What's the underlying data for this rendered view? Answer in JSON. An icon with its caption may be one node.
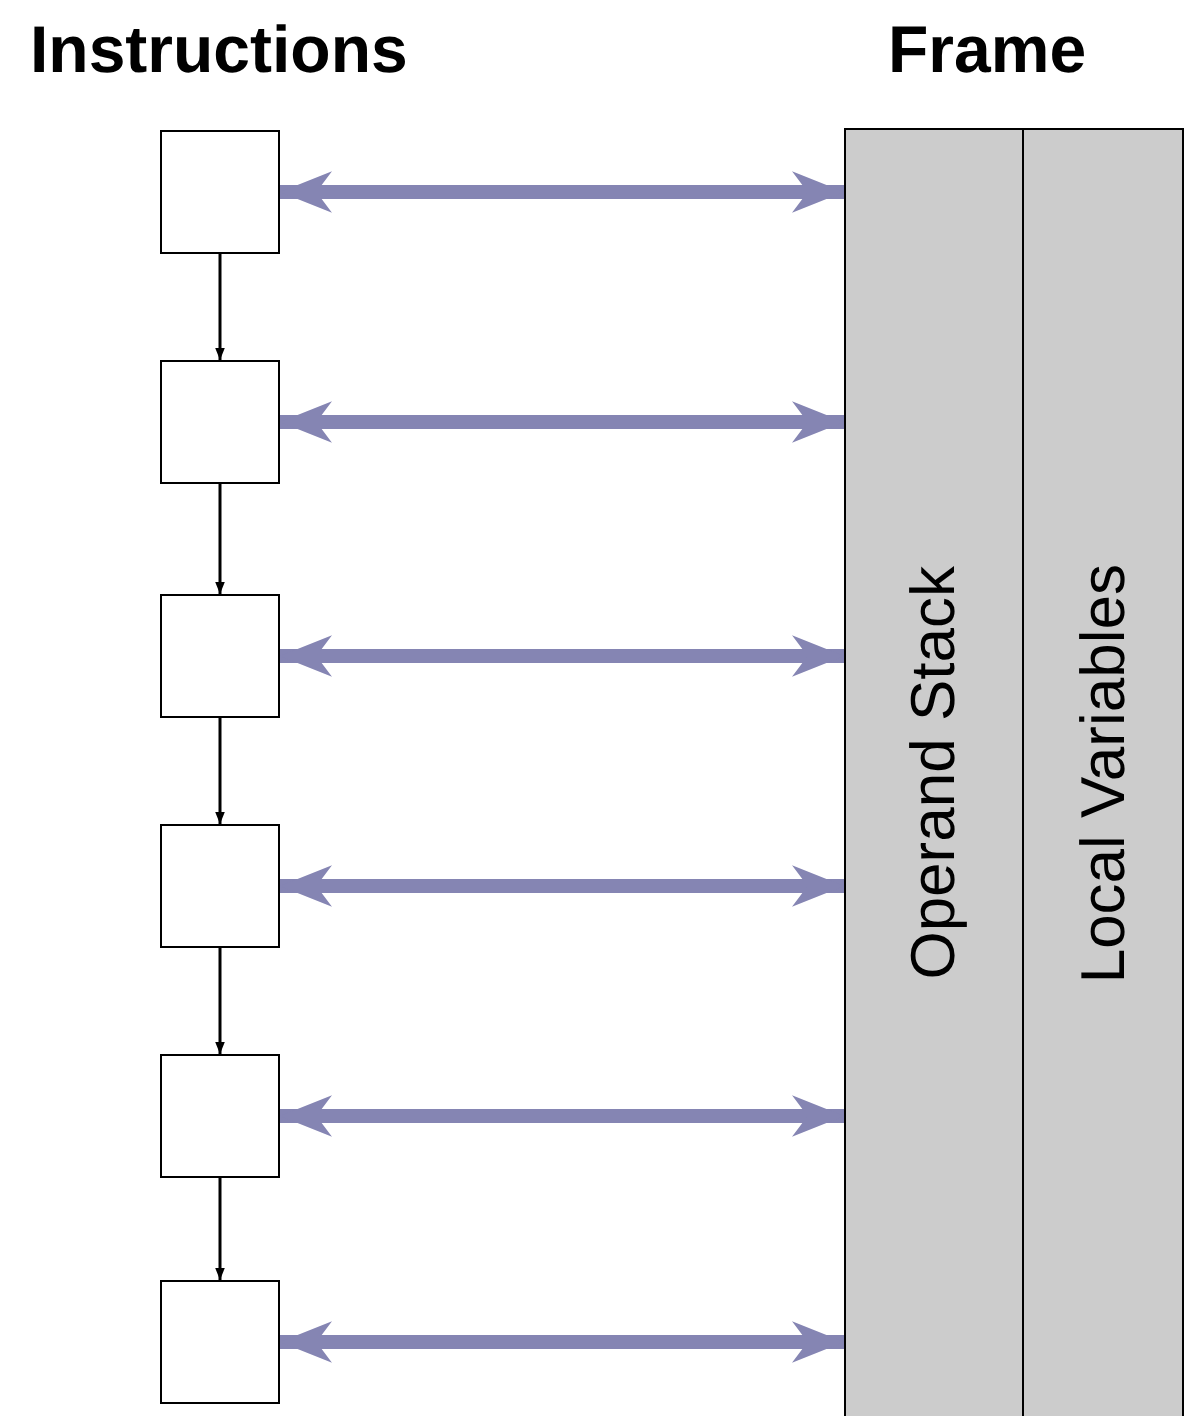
{
  "diagram": {
    "nodes": [
      {
        "text": [
          "Frame"
        ]
      },
      {
        "text": [
          "Operand Stack"
        ],
        "in": 0
      },
      {
        "text": [
          "Local Variables"
        ],
        "in": 0
      },
      {
        "text": [],
        "shape": "box"
      },
      {
        "text": [],
        "shape": "box"
      },
      {
        "text": [],
        "shape": "box"
      },
      {
        "text": [],
        "shape": "box"
      },
      {
        "text": [],
        "shape": "box"
      },
      {
        "text": [],
        "shape": "box"
      }
    ],
    "edges": [
      {
        "from": 3,
        "to": 4,
        "arrow": "to",
        "color": "#000000"
      },
      {
        "from": 4,
        "to": 5,
        "arrow": "to",
        "color": "#000000"
      },
      {
        "from": 5,
        "to": 6,
        "arrow": "to",
        "color": "#000000"
      },
      {
        "from": 6,
        "to": 7,
        "arrow": "to",
        "color": "#000000"
      },
      {
        "from": 7,
        "to": 8,
        "arrow": "to",
        "color": "#000000"
      },
      {
        "from": 3,
        "to": 1,
        "arrow": "both"
      },
      {
        "from": 4,
        "to": 1,
        "arrow": "both"
      },
      {
        "from": 5,
        "to": 1,
        "arrow": "both"
      },
      {
        "from": 6,
        "to": 1,
        "arrow": "both"
      },
      {
        "from": 7,
        "to": 1,
        "arrow": "both"
      },
      {
        "from": 8,
        "to": 1,
        "arrow": "both"
      }
    ],
    "labels": [
      "Instructions"
    ]
  }
}
